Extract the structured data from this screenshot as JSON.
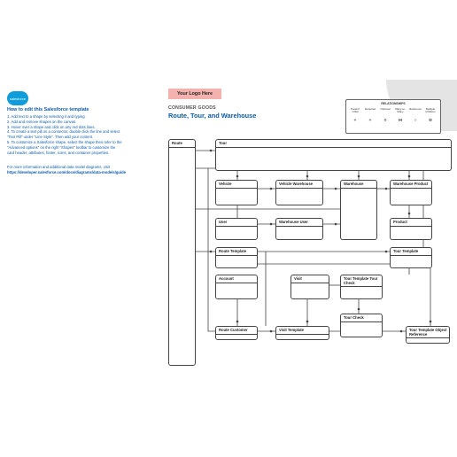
{
  "brand": {
    "logo_text": "salesforce"
  },
  "instructions": {
    "title": "How to edit this Salesforce template",
    "steps": [
      "1. Add text to a shape by selecting it and typing.",
      "2. Add and remove shapes on the canvas.",
      "3. Hover over a shape and click on any red dots lines.",
      "4. To create a text pill on a connector, double click the line and select",
      "    \"Text Pill\" under \"Line Style\". Then add your content.",
      "5. To customize a Salesforce shape, select the shape then refer to the",
      "    \"Advanced options\" on the right \"Shapes\" toolbar to customize the",
      "    card header, attributes, footer, icons, and container properties."
    ],
    "more_text": "For more information and additional data model diagrams, visit",
    "more_link": "https://developer.salesforce.com/docs/diagrams/data-models/guide"
  },
  "header": {
    "logo_placeholder": "Your Logo Here",
    "category": "CONSUMER GOODS",
    "title": "Route, Tour, and Warehouse"
  },
  "legend": {
    "title": "RELATIONSHIPS",
    "columns": [
      "Parent/ Child",
      "Required",
      "Optional",
      "Many-to-Many",
      "Reference",
      "Multiple Children"
    ],
    "glyphs": [
      "+",
      "+",
      "o",
      "⋈",
      "○",
      "⊕"
    ],
    "colors": {
      "line": "#444444"
    }
  },
  "entities": [
    {
      "id": "routes",
      "label": "Route"
    },
    {
      "id": "tour",
      "label": "Tour"
    },
    {
      "id": "vehicle",
      "label": "Vehicle"
    },
    {
      "id": "vehicle_warehouse",
      "label": "Vehicle Warehouse"
    },
    {
      "id": "warehouse",
      "label": "Warehouse"
    },
    {
      "id": "warehouse_product",
      "label": "Warehouse Product"
    },
    {
      "id": "user",
      "label": "User"
    },
    {
      "id": "warehouse_user",
      "label": "Warehouse User"
    },
    {
      "id": "product",
      "label": "Product"
    },
    {
      "id": "route_template",
      "label": "Route Template"
    },
    {
      "id": "tour_template",
      "label": "Tour Template"
    },
    {
      "id": "account",
      "label": "Account"
    },
    {
      "id": "visit",
      "label": "Visit"
    },
    {
      "id": "tour_template_tour_check",
      "label": "Tour Template Tour Check"
    },
    {
      "id": "tour_check",
      "label": "Tour Check"
    },
    {
      "id": "route_customer",
      "label": "Route Customer"
    },
    {
      "id": "visit_template",
      "label": "Visit Template"
    },
    {
      "id": "tour_template_object_reference",
      "label": "Tour Template Object Reference"
    }
  ],
  "colors": {
    "accent": "#0b5cab",
    "logo_bg": "#f4b2ae",
    "salesforce_blue": "#0d9dda"
  }
}
